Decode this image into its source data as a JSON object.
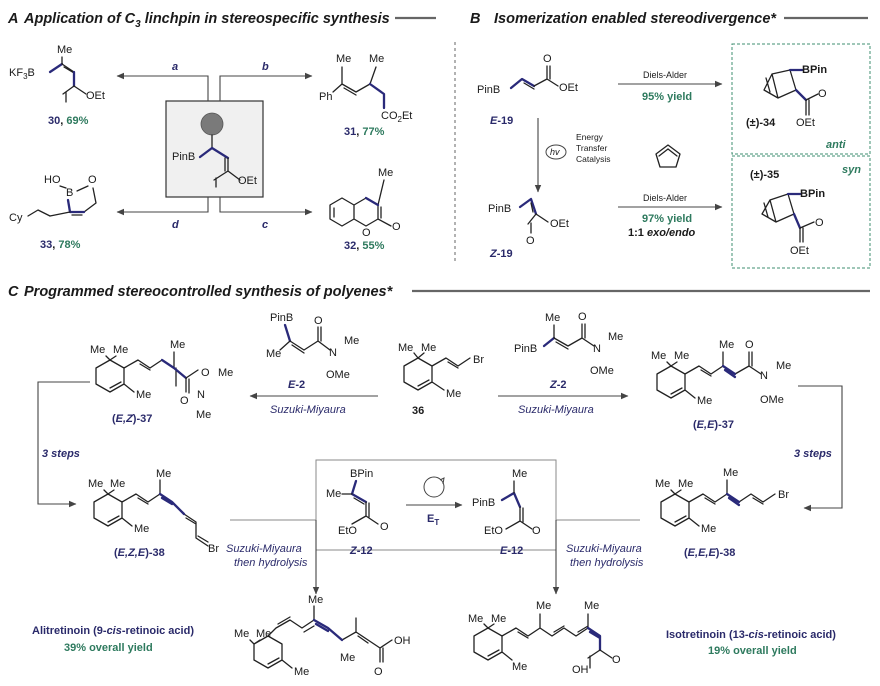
{
  "panel_a": {
    "letter": "A",
    "title_prefix": "Application of C",
    "title_sub": "3",
    "title_suffix": " linchpin in stereospecific synthesis",
    "center_labels": {
      "pinb": "PinB",
      "oet": "OEt"
    },
    "arrows": {
      "a": "a",
      "b": "b",
      "c": "c",
      "d": "d"
    },
    "compound_30": {
      "kf3b": "KF",
      "kf3b_sub": "3",
      "kf3b_b": "B",
      "me": "Me",
      "oet": "OEt",
      "number": "30",
      "yield": "69%"
    },
    "compound_31": {
      "me": "Me",
      "ph": "Ph",
      "co2et": "CO",
      "co2et_sub": "2",
      "co2et_tail": "Et",
      "number": "31",
      "yield": "77%"
    },
    "compound_32": {
      "me": "Me",
      "o": "O",
      "number": "32",
      "yield": "55%"
    },
    "compound_33": {
      "ho": "HO",
      "b": "B",
      "o": "O",
      "cy": "Cy",
      "number": "33",
      "yield": "78%"
    }
  },
  "panel_b": {
    "letter": "B",
    "title": "Isomerization enabled stereodivergence*",
    "e19": {
      "pinb": "PinB",
      "oet": "OEt",
      "label_prefix": "E",
      "label_num": "-19"
    },
    "z19": {
      "pinb": "PinB",
      "oet": "OEt",
      "label_prefix": "Z",
      "label_num": "-19"
    },
    "hv": "hv",
    "catalysis": [
      "Energy",
      "Transfer",
      "Catalysis"
    ],
    "da_top": {
      "name": "Diels-Alder",
      "yield": "95% yield"
    },
    "da_bottom": {
      "name": "Diels-Alder",
      "yield": "97% yield",
      "ratio": "1:1",
      "exo_endo": "exo/endo"
    },
    "product_34": {
      "bpin": "BPin",
      "o": "O",
      "oet": "OEt",
      "label": "(±)-34",
      "tag": "anti"
    },
    "product_35": {
      "bpin": "BPin",
      "o": "O",
      "oet": "OEt",
      "label": "(±)-35",
      "tag": "syn"
    }
  },
  "panel_c": {
    "letter": "C",
    "title": "Programmed stereocontrolled synthesis of polyenes*",
    "me": "Me",
    "ome": "OMe",
    "n": "N",
    "o": "O",
    "br": "Br",
    "pinb": "PinB",
    "bpin": "BPin",
    "eto": "EtO",
    "oh": "OH",
    "e2": {
      "prefix": "E",
      "num": "-2"
    },
    "z2": {
      "prefix": "Z",
      "num": "-2"
    },
    "c36": "36",
    "ez37": {
      "stereo": "E,Z",
      "num": "-37"
    },
    "ee37": {
      "stereo": "E,E",
      "num": "-37"
    },
    "ezE38": {
      "stereo": "E,Z,E",
      "num": "-38"
    },
    "eee38": {
      "stereo": "E,E,E",
      "num": "-38"
    },
    "suzuki": "Suzuki-Miyaura",
    "then_hydrolysis": "then hydrolysis",
    "three_steps": "3 steps",
    "z12": {
      "prefix": "Z",
      "num": "-12"
    },
    "e12": {
      "prefix": "E",
      "num": "-12"
    },
    "et": {
      "main": "E",
      "sub": "T"
    },
    "alitretinoin": {
      "name_a": "Alitretinoin (9-",
      "name_b": "cis",
      "name_c": "-retinoic acid)",
      "yield": "39% overall yield"
    },
    "isotretinoin": {
      "name_a": "Isotretinoin (13-",
      "name_b": "cis",
      "name_c": "-retinoic acid)",
      "yield": "19% overall yield"
    }
  },
  "colors": {
    "navy": "#2a2a6a",
    "green": "#2e7a5e",
    "dashed_box": "#3f8f72",
    "center_box": "#f0f0f0"
  }
}
